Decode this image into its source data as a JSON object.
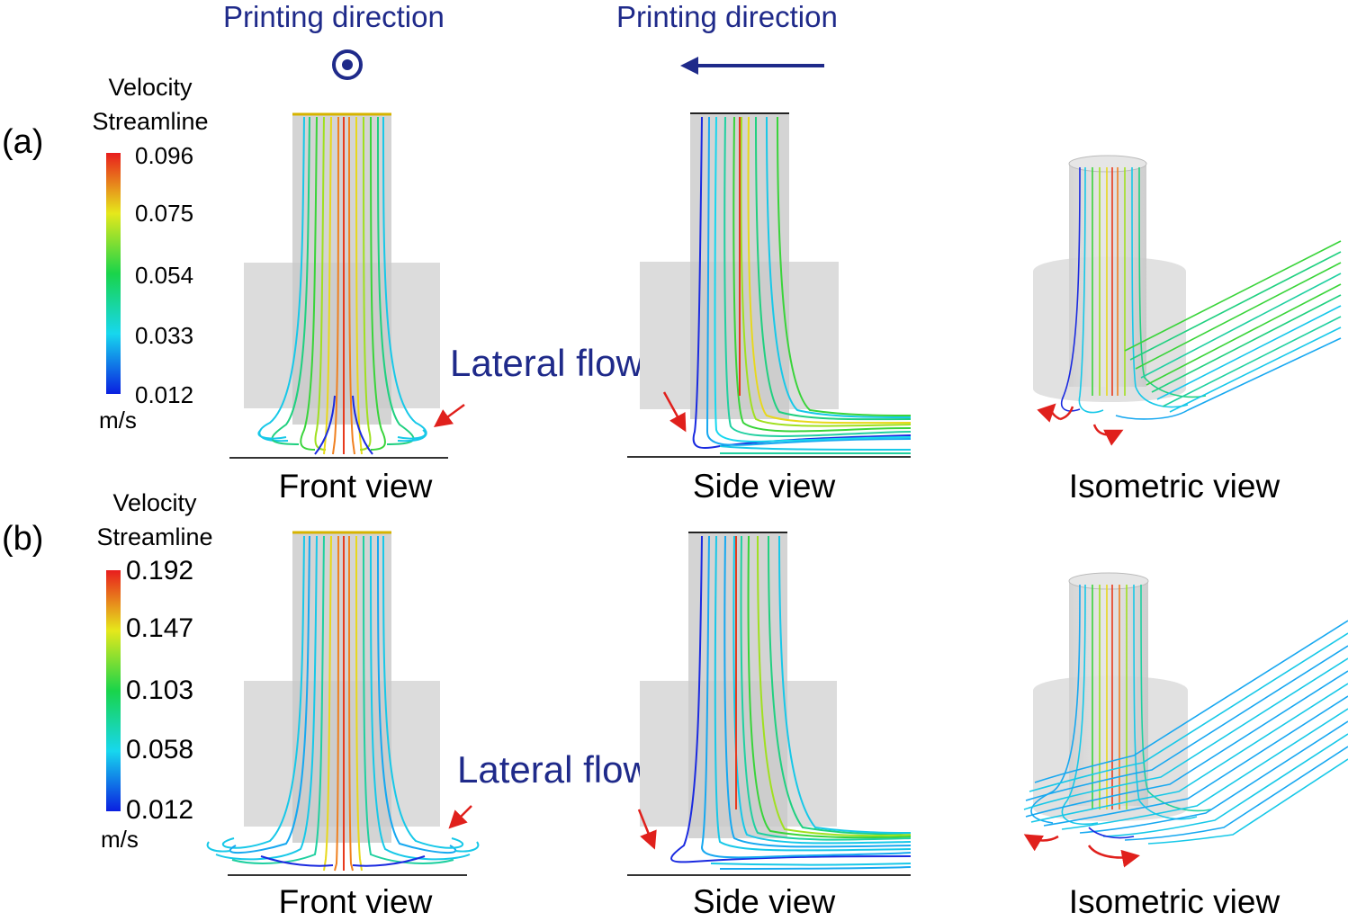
{
  "printing_direction": [
    "Printing direction",
    "Printing direction"
  ],
  "rows": [
    {
      "panel": "(a)",
      "colorbar": {
        "title_line1": "Velocity",
        "title_line2": "Streamline",
        "ticks": [
          "0.096",
          "0.075",
          "0.054",
          "0.033",
          "0.012"
        ],
        "unit": "m/s"
      },
      "lateral_flow": "Lateral flow",
      "views": [
        "Front view",
        "Side view",
        "Isometric view"
      ]
    },
    {
      "panel": "(b)",
      "colorbar": {
        "title_line1": "Velocity",
        "title_line2": "Streamline",
        "ticks": [
          "0.192",
          "0.147",
          "0.103",
          "0.058",
          "0.012"
        ],
        "unit": "m/s"
      },
      "lateral_flow": "Lateral flow",
      "views": [
        "Front view",
        "Side view",
        "Isometric view"
      ]
    }
  ],
  "colors": {
    "annotation_blue": "#1f2a8a",
    "arrow_red": "#e0201c",
    "colormap": [
      "#0a1fe0",
      "#17d7ee",
      "#19d44a",
      "#e6e81b",
      "#e81d1d"
    ]
  }
}
